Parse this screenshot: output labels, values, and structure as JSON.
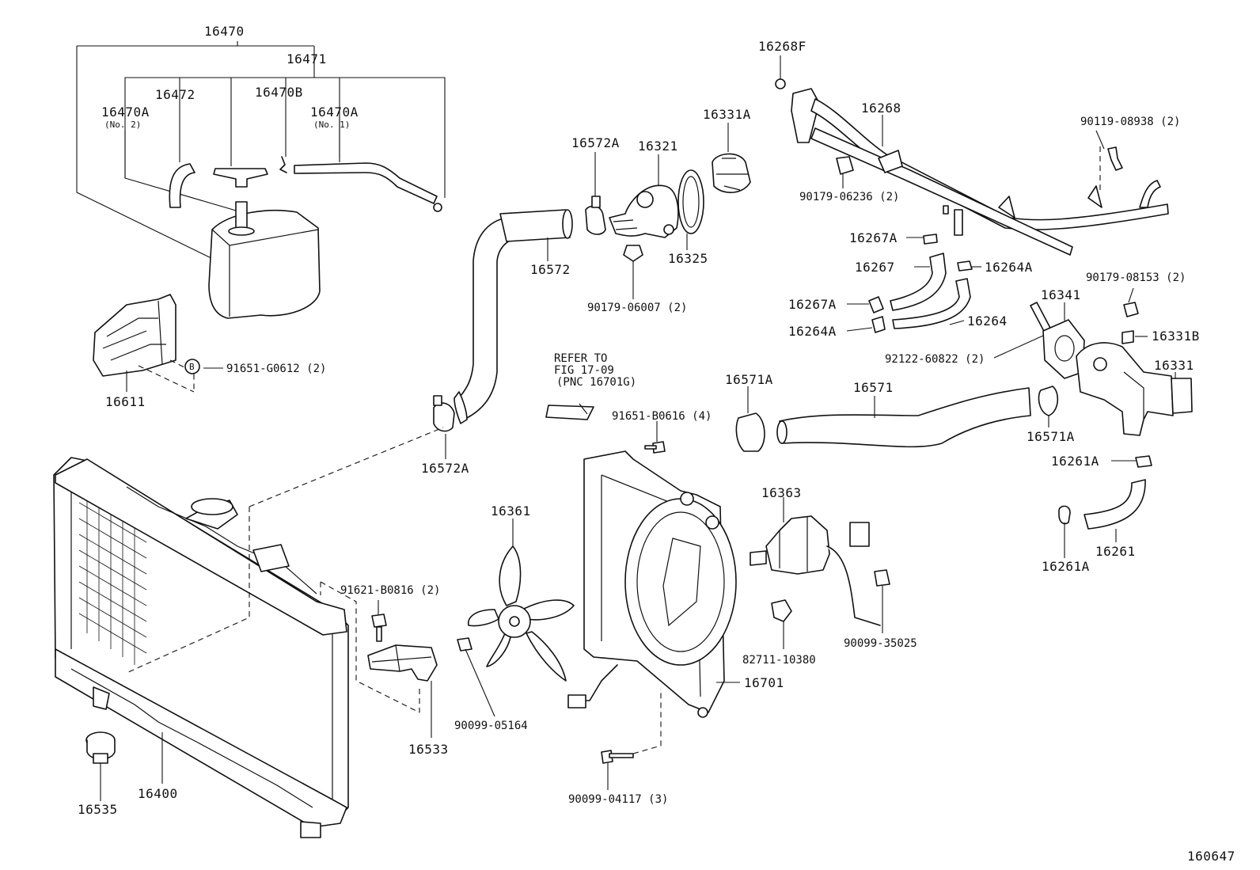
{
  "diagram": {
    "figure_id": "160647",
    "labels": {
      "p16470": "16470",
      "p16471": "16471",
      "p16472": "16472",
      "p16470b": "16470B",
      "p16470a_no2": "16470A",
      "no2": "(No. 2)",
      "p16470a_no1": "16470A",
      "no1": "(No. 1)",
      "p16611": "16611",
      "p91651_g0612": "91651-G0612 (2)",
      "badge_b": "B",
      "p16572a_top": "16572A",
      "p16321": "16321",
      "p16331a": "16331A",
      "p16572": "16572",
      "p16325": "16325",
      "p90179_06007": "90179-06007 (2)",
      "refer_1": "REFER TO",
      "refer_2": "FIG 17-09",
      "refer_3": "(PNC 16701G)",
      "p16572a_bottom": "16572A",
      "p16268f": "16268F",
      "p16268": "16268",
      "p90119_08938": "90119-08938 (2)",
      "p90179_06236": "90179-06236 (2)",
      "p16267a_top": "16267A",
      "p16267": "16267",
      "p16264a_right": "16264A",
      "p16267a_mid": "16267A",
      "p16264a_left": "16264A",
      "p16264": "16264",
      "p90179_08153": "90179-08153 (2)",
      "p16341": "16341",
      "p16331b": "16331B",
      "p92122_60822": "92122-60822 (2)",
      "p16331": "16331",
      "p16571a_left": "16571A",
      "p16571": "16571",
      "p16571a_right": "16571A",
      "p91651_b0616": "91651-B0616 (4)",
      "p16261a_top": "16261A",
      "p16261a_bottom": "16261A",
      "p16261": "16261",
      "p16361": "16361",
      "p16363": "16363",
      "p91621_b0816": "91621-B0816 (2)",
      "p90099_05164": "90099-05164",
      "p16701": "16701",
      "p82711_10380": "82711-10380",
      "p90099_35025": "90099-35025",
      "p16533": "16533",
      "p16535": "16535",
      "p16400": "16400",
      "p90099_04117": "90099-04117 (3)"
    }
  }
}
